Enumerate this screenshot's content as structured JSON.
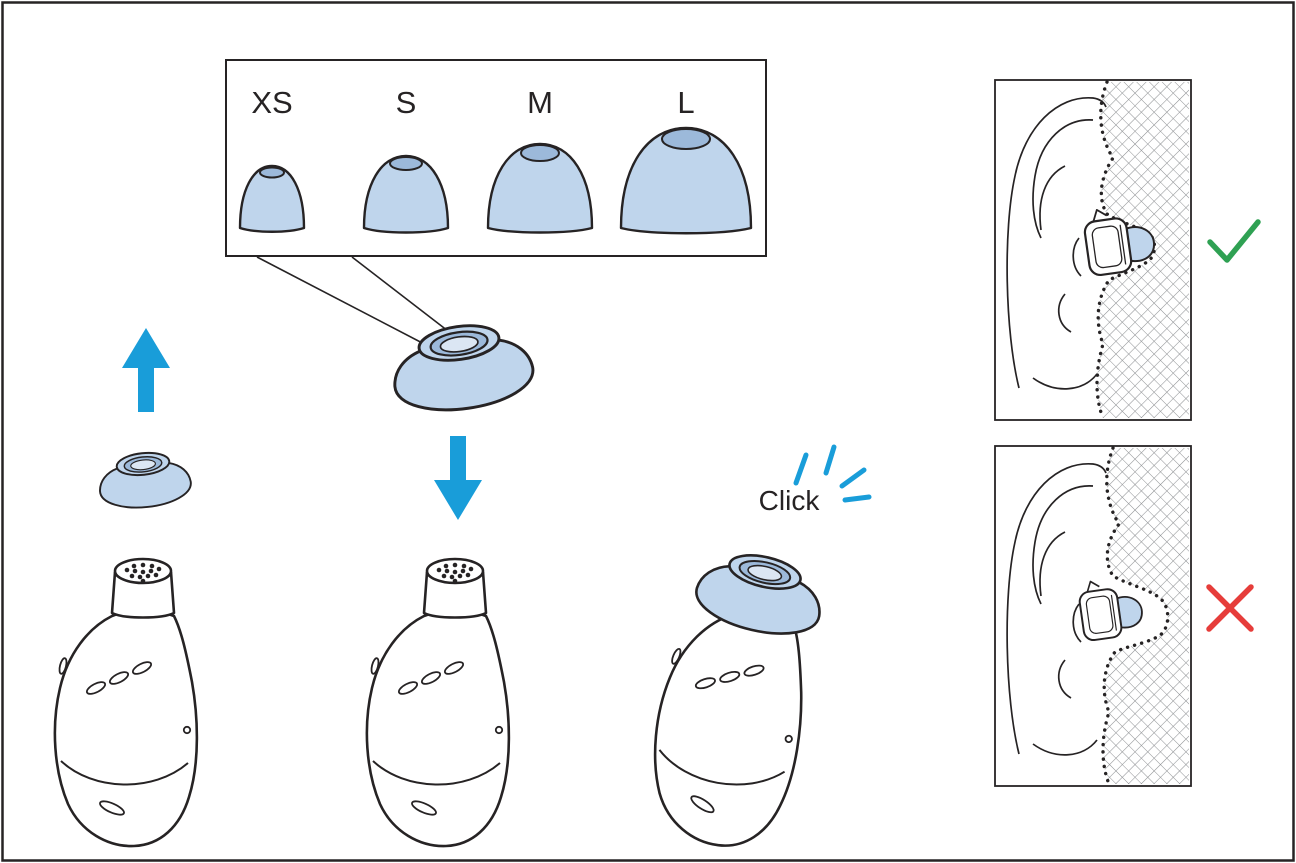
{
  "size_box": {
    "labels": [
      "XS",
      "S",
      "M",
      "L"
    ]
  },
  "click_label": "Click",
  "marks": {
    "correct": "check",
    "incorrect": "cross"
  },
  "colors": {
    "outline": "#262324",
    "tip_fill": "#bfd5ec",
    "tip_inner": "#9cb9da",
    "tip_hole": "#dbe6f3",
    "accent_blue": "#199dd9",
    "check_green": "#2fa153",
    "cross_red": "#e63d3a",
    "hatch_line": "#8f9194"
  }
}
